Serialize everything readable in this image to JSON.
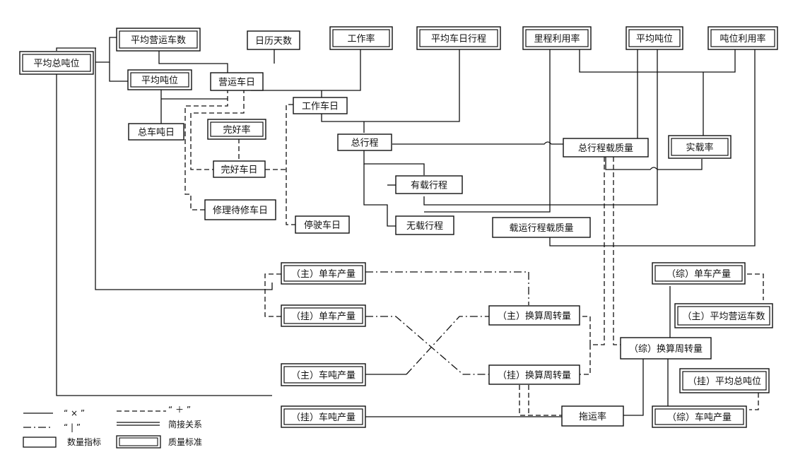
{
  "nodes": {
    "avg_total_ton": {
      "label": "平均总吨位",
      "style": "double"
    },
    "avg_vehicles": {
      "label": "平均营运车数",
      "style": "double"
    },
    "calendar_days": {
      "label": "日历天数",
      "style": "single"
    },
    "work_rate": {
      "label": "工作率",
      "style": "double"
    },
    "avg_daily_distance": {
      "label": "平均车日行程",
      "style": "double"
    },
    "mileage_util": {
      "label": "里程利用率",
      "style": "double"
    },
    "avg_ton": {
      "label": "平均吨位",
      "style": "double"
    },
    "ton_util": {
      "label": "吨位利用率",
      "style": "double"
    },
    "avg_ton_left": {
      "label": "平均吨位",
      "style": "double"
    },
    "operating_days": {
      "label": "营运车日",
      "style": "single"
    },
    "work_days": {
      "label": "工作车日",
      "style": "single"
    },
    "vehicle_ton_days": {
      "label": "总车吨日",
      "style": "single"
    },
    "good_rate": {
      "label": "完好率",
      "style": "double"
    },
    "total_distance": {
      "label": "总行程",
      "style": "single"
    },
    "total_load_capacity": {
      "label": "总行程载质量",
      "style": "single"
    },
    "actual_load_rate": {
      "label": "实载率",
      "style": "double"
    },
    "good_days": {
      "label": "完好车日",
      "style": "single"
    },
    "loaded_distance": {
      "label": "有载行程",
      "style": "single"
    },
    "repair_days": {
      "label": "修理待修车日",
      "style": "single"
    },
    "stop_days": {
      "label": "停驶车日",
      "style": "single"
    },
    "empty_distance": {
      "label": "无载行程",
      "style": "single"
    },
    "loaded_capacity": {
      "label": "载运行程载质量",
      "style": "single"
    },
    "main_per_vehicle": {
      "label": "（主）单车产量",
      "style": "double"
    },
    "comp_per_vehicle": {
      "label": "（综）单车产量",
      "style": "double"
    },
    "trailer_per_vehicle": {
      "label": "（挂）单车产量",
      "style": "double"
    },
    "main_conv_turnover": {
      "label": "（主）换算周转量",
      "style": "single"
    },
    "main_avg_vehicles": {
      "label": "（主）平均营运车数",
      "style": "double"
    },
    "comp_conv_turnover": {
      "label": "（综）换算周转量",
      "style": "single"
    },
    "main_ton_output": {
      "label": "（主）车吨产量",
      "style": "double"
    },
    "trailer_conv_turnover": {
      "label": "（挂）换算周转量",
      "style": "single"
    },
    "trailer_avg_total_ton": {
      "label": "（挂）平均总吨位",
      "style": "double"
    },
    "trailer_ton_output": {
      "label": "（挂）车吨产量",
      "style": "double"
    },
    "tow_rate": {
      "label": "拖运率",
      "style": "single"
    },
    "comp_ton_output": {
      "label": "（综）车吨产量",
      "style": "double"
    }
  },
  "legend": {
    "solid_label": "“ × ”",
    "dash_label": "“ ＋ ”",
    "dashdot_label": "“ | ”",
    "double_line_label": "简接关系",
    "single_box_label": "数量指标",
    "double_box_label": "质量标准"
  }
}
